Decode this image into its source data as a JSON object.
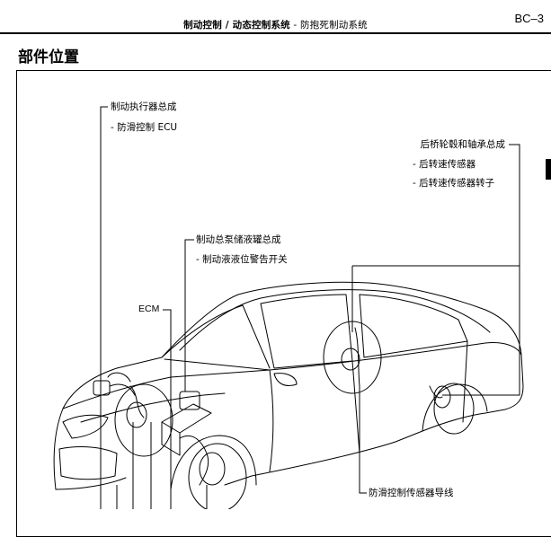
{
  "header": {
    "title_part1": "制动控制 / 动态控制系统",
    "separator": "-",
    "title_part2": "防抱死制动系统",
    "page_code": "BC–3"
  },
  "section": {
    "title": "部件位置"
  },
  "callouts": {
    "actuator": {
      "name": "制动执行器总成",
      "sub": "- 防滑控制 ECU"
    },
    "rear_hub": {
      "name": "后桥轮毂和轴承总成",
      "sub1": "- 后转速传感器",
      "sub2": "- 后转速传感器转子"
    },
    "master_cylinder": {
      "name": "制动总泵储液罐总成",
      "sub": "- 制动液液位警告开关"
    },
    "ecm": {
      "name": "ECM"
    },
    "wire_harness": {
      "name": "防滑控制传感器导线"
    }
  }
}
